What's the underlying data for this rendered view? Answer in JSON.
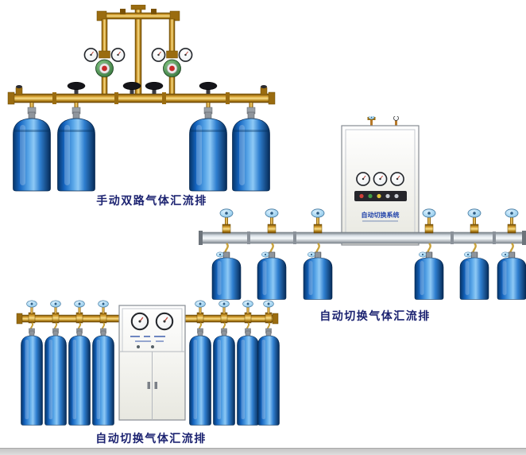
{
  "page": {
    "background": "#ffffff"
  },
  "figures": [
    {
      "name": "manual-dual-line-gas-manifold",
      "caption": "手动双路气体汇流排",
      "cylinder_count": 4,
      "gauge_count": 4,
      "regulator_count": 2
    },
    {
      "name": "auto-switching-gas-manifold-wall-cabinet",
      "caption": "自动切换气体汇流排",
      "cylinder_count": 6,
      "gauge_count": 3,
      "cabinet_label": "自动切换系统"
    },
    {
      "name": "auto-switching-gas-manifold-floor-cabinet",
      "caption": "自动切换气体汇流排",
      "cylinder_count": 8,
      "gauge_count": 2
    }
  ],
  "colors": {
    "cylinder_blue": "#1565c0",
    "brass": "#c8922a",
    "manifold_silver": "#d9e0e6",
    "cabinet_white": "#f6f6f1",
    "handwheel_blue": "#9fd2ef",
    "caption_text": "#1c2371"
  }
}
